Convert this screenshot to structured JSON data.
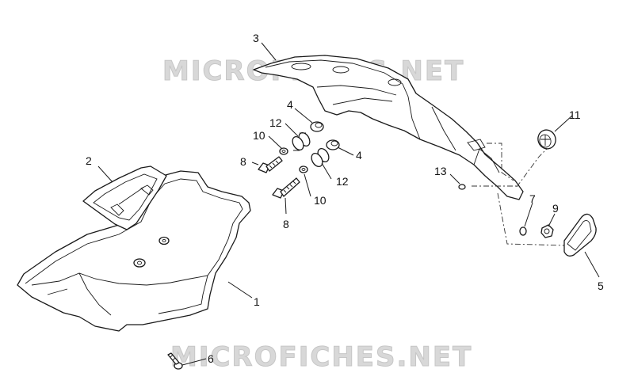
{
  "watermarks": {
    "top": "MICROFICHES.NET",
    "bottom": "MICROFICHES.NET"
  },
  "callouts": [
    {
      "id": "c1",
      "label": "1"
    },
    {
      "id": "c2",
      "label": "2"
    },
    {
      "id": "c3",
      "label": "3"
    },
    {
      "id": "c4a",
      "label": "4"
    },
    {
      "id": "c4b",
      "label": "4"
    },
    {
      "id": "c5",
      "label": "5"
    },
    {
      "id": "c6",
      "label": "6"
    },
    {
      "id": "c7",
      "label": "7"
    },
    {
      "id": "c8a",
      "label": "8"
    },
    {
      "id": "c8b",
      "label": "8"
    },
    {
      "id": "c9",
      "label": "9"
    },
    {
      "id": "c10a",
      "label": "10"
    },
    {
      "id": "c10b",
      "label": "10"
    },
    {
      "id": "c11",
      "label": "11"
    },
    {
      "id": "c12a",
      "label": "12"
    },
    {
      "id": "c12b",
      "label": "12"
    },
    {
      "id": "c13",
      "label": "13"
    }
  ],
  "colors": {
    "line": "#1a1a1a",
    "watermark": "#d2d2d2"
  }
}
